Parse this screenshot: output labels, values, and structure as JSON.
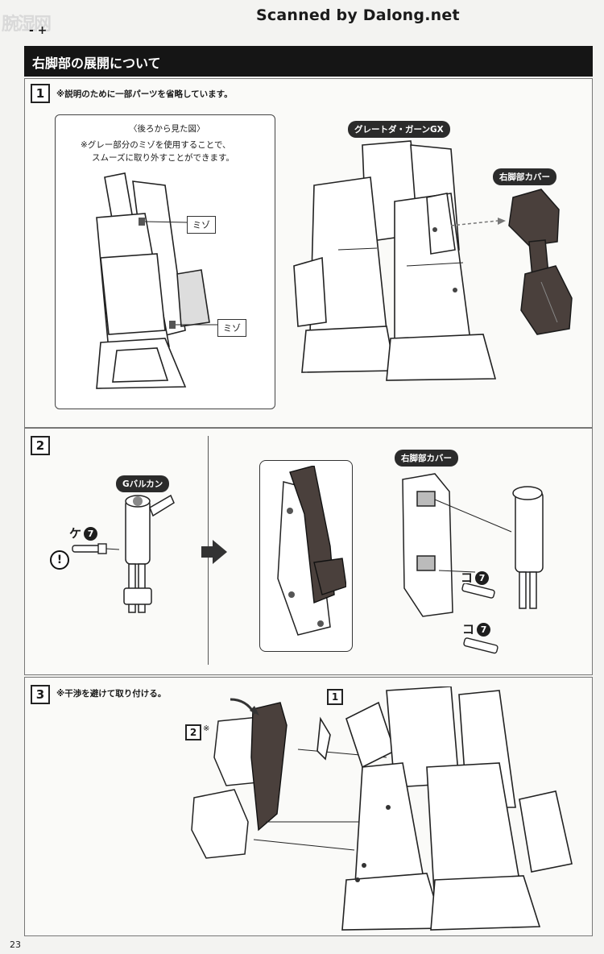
{
  "watermark": "Scanned by Dalong.net",
  "logo": "腕湿网",
  "header_dash": "- +",
  "section_title": "右脚部の展開について",
  "steps": [
    {
      "number": "1",
      "note": "※説明のために一部パーツを省略しています。",
      "inset_title": "〈後ろから見た図〉",
      "inset_note_line1": "※グレー部分のミゾを使用することで、",
      "inset_note_line2": "スムーズに取り外すことができます。",
      "callout_groove_1": "ミゾ",
      "callout_groove_2": "ミゾ",
      "label_robot": "グレートダ・ガーンGX",
      "label_cover": "右脚部カバー"
    },
    {
      "number": "2",
      "label_vulcan": "Gバルカン",
      "part_ke": "ケ",
      "part_ke_num": "7",
      "warning_mark": "!",
      "label_cover": "右脚部カバー",
      "part_ko_1": "コ",
      "part_ko_1_num": "7",
      "part_ko_2": "コ",
      "part_ko_2_num": "7"
    },
    {
      "number": "3",
      "note": "※干渉を避けて取り付ける。",
      "ref_step": "1",
      "ref_step2": "2",
      "ref_step2_mark": "※"
    }
  ],
  "page_number": "23"
}
